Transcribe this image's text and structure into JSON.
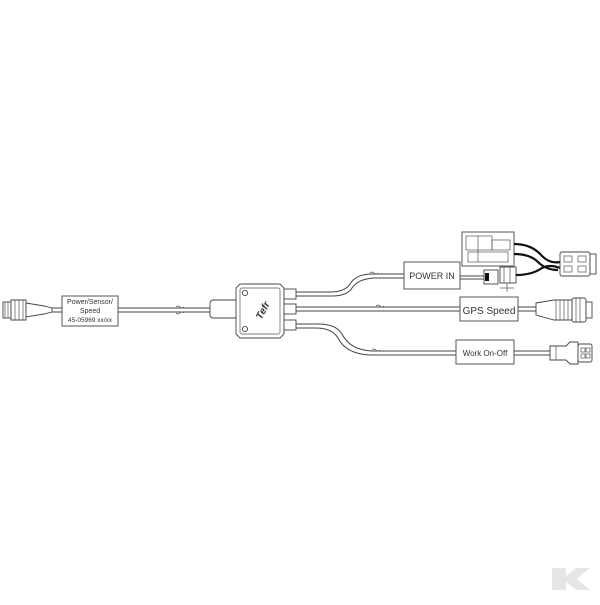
{
  "labels": {
    "main_tag": [
      "Power/Sensor/",
      "Speed",
      "45-05969  xx/xx"
    ],
    "power_in": "POWER IN",
    "gps_speed": "GPS Speed",
    "work_onoff": "Work On-Off"
  },
  "hub_lettering": "Tefr",
  "watermark": "K",
  "colors": {
    "line": "#444444",
    "wire_black": "#111111",
    "watermark": "#e6e6e6"
  }
}
